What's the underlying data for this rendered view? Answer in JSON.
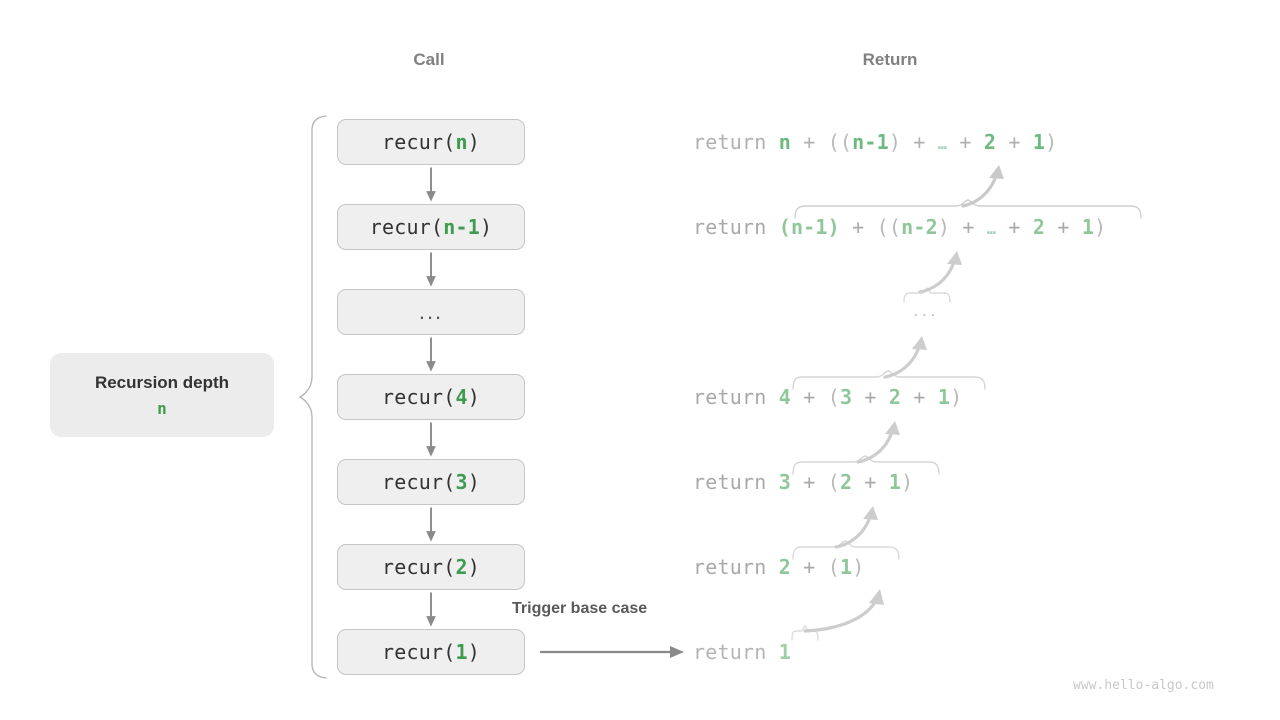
{
  "headings": {
    "call": "Call",
    "return": "Return"
  },
  "depth_chip": {
    "title": "Recursion depth",
    "value": "n"
  },
  "call_stack": {
    "items": [
      {
        "prefix": "recur(",
        "arg": "n",
        "suffix": ")",
        "is_dots": false
      },
      {
        "prefix": "recur(",
        "arg": "n-1",
        "suffix": ")",
        "is_dots": false
      },
      {
        "prefix": "",
        "arg": "",
        "suffix": "",
        "is_dots": true,
        "dots": "..."
      },
      {
        "prefix": "recur(",
        "arg": "4",
        "suffix": ")",
        "is_dots": false
      },
      {
        "prefix": "recur(",
        "arg": "3",
        "suffix": ")",
        "is_dots": false
      },
      {
        "prefix": "recur(",
        "arg": "2",
        "suffix": ")",
        "is_dots": false
      },
      {
        "prefix": "recur(",
        "arg": "1",
        "suffix": ")",
        "is_dots": false
      }
    ]
  },
  "returns": {
    "rows": [
      {
        "keyword": "return",
        "expression": "n + ((n-1) + … + 2 + 1)"
      },
      {
        "keyword": "return",
        "expression": "(n-1) + ((n-2) + … + 2 + 1)"
      },
      {
        "keyword": "",
        "expression": "..."
      },
      {
        "keyword": "return",
        "expression": "4 + (3 + 2 + 1)"
      },
      {
        "keyword": "return",
        "expression": "3 + (2 + 1)"
      },
      {
        "keyword": "return",
        "expression": "2 + (1)"
      },
      {
        "keyword": "return",
        "expression": "1"
      }
    ]
  },
  "annotations": {
    "trigger_base_case": "Trigger base case"
  },
  "watermark": "www.hello-algo.com",
  "colors": {
    "accent_green": "#3e9b4f",
    "faded_green": "#8fc79a",
    "box_fill": "#efefef",
    "box_border": "#c6c6c6",
    "text_gray": "#333333",
    "muted_gray": "#808080",
    "arrow_gray": "#8a8a8a",
    "faint_gray": "#d4d4d4"
  }
}
